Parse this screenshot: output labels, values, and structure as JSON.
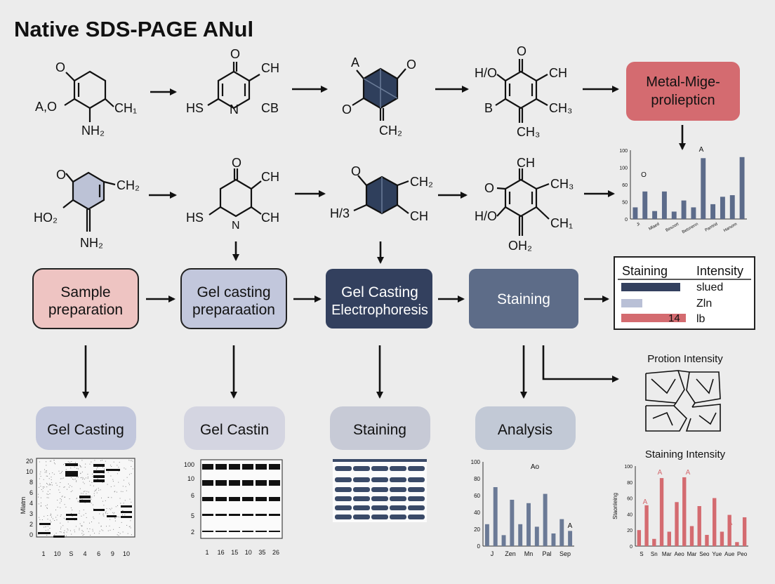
{
  "title": "Native SDS-PAGE ANul",
  "molecules_row1": [
    {
      "labels": [
        "O",
        "A,O",
        "NH₂",
        "CH₁"
      ]
    },
    {
      "labels": [
        "O",
        "CH",
        "HS",
        "N",
        "CB"
      ]
    },
    {
      "labels": [
        "A",
        "O",
        "O",
        "CH₂"
      ]
    },
    {
      "labels": [
        "O",
        "H/O",
        "CH",
        "B",
        "CH₃",
        "CH₃"
      ]
    }
  ],
  "molecules_row2": [
    {
      "labels": [
        "O",
        "CH₂",
        "HO₂",
        "NH₂"
      ]
    },
    {
      "labels": [
        "O",
        "CH",
        "HS",
        "N",
        "CH"
      ]
    },
    {
      "labels": [
        "O",
        "CH₂",
        "H/3",
        "CH"
      ]
    },
    {
      "labels": [
        "CH",
        "CH₃",
        "O",
        "H/O",
        "CH₁",
        "OH₂"
      ]
    }
  ],
  "metal_box": {
    "line1": "Metal-Mige-",
    "line2": "proliepticn",
    "color": "#d46b70"
  },
  "process_boxes": [
    {
      "line1": "Sample",
      "line2": "preparation",
      "color": "#eec4c2"
    },
    {
      "line1": "Gel casting",
      "line2": "preparaation",
      "color": "#c2c7dc"
    },
    {
      "line1": "Gel Casting",
      "line2": "Electrophoresis",
      "color": "#33405e"
    },
    {
      "line1": "Staining",
      "line2": "",
      "color": "#5d6c88"
    }
  ],
  "legend": {
    "col1": "Staining",
    "col2": "Intensity",
    "rows": [
      {
        "num": "",
        "label": "slued",
        "color": "#33405e"
      },
      {
        "num": "",
        "label": "Zln",
        "color": "#b9c0d6"
      },
      {
        "num": "14",
        "label": "lb",
        "color": "#d46b70"
      }
    ]
  },
  "lower_boxes": [
    {
      "label": "Gel Casting",
      "color": "#c2c7dc"
    },
    {
      "label": "Gel Castin",
      "color": "#d4d5e1"
    },
    {
      "label": "Staining",
      "color": "#c7cad6"
    },
    {
      "label": "Analysis",
      "color": "#c2c9d6"
    }
  ],
  "network_title": "Protion Intensity",
  "staining_intensity_title": "Staining Intensity",
  "gel1": {
    "y_ticks": [
      "20",
      "10",
      "8",
      "6",
      "4",
      "3",
      "2",
      "0"
    ],
    "x_ticks": [
      "1",
      "10",
      "S",
      "4",
      "6",
      "9",
      "10"
    ],
    "ylabel": "Mlatm"
  },
  "gel2": {
    "y_ticks": [
      "100",
      "10",
      "6",
      "5",
      "2"
    ],
    "x_ticks": [
      "1",
      "16",
      "15",
      "10",
      "35",
      "26"
    ]
  },
  "chart_data": [
    {
      "type": "bar",
      "y_ticks": [
        "100",
        "100",
        "60",
        "50",
        "0"
      ],
      "categories": [
        "Ji",
        "Mlaed",
        "Beszort",
        "Betsnenn",
        "Parrtrid",
        "Harsom"
      ],
      "annotations": [
        "O",
        "A"
      ],
      "values": [
        22,
        52,
        15,
        52,
        14,
        35,
        22,
        115,
        28,
        42,
        45,
        117
      ],
      "ylim": [
        0,
        130
      ]
    },
    {
      "type": "bar",
      "y_ticks": [
        "100",
        "80",
        "60",
        "40",
        "20",
        "0"
      ],
      "categories": [
        "J",
        "Zen",
        "Mn",
        "Pal",
        "Sep"
      ],
      "annotations": [
        "Ao",
        "A"
      ],
      "values": [
        26,
        70,
        13,
        55,
        26,
        51,
        23,
        62,
        15,
        32,
        18
      ],
      "ylim": [
        0,
        100
      ]
    },
    {
      "type": "bar",
      "y_ticks": [
        "100",
        "80",
        "60",
        "40",
        "20",
        "0"
      ],
      "categories": [
        "S",
        "Sn",
        "Mar",
        "Aeo",
        "Mar",
        "Seo",
        "Yue",
        "Aue",
        "Peo"
      ],
      "annotations": [
        "A",
        "A",
        "A",
        "A"
      ],
      "ylabel": "Staonleing",
      "values": [
        20,
        51,
        9,
        85,
        18,
        55,
        86,
        25,
        50,
        14,
        60,
        18,
        39,
        5,
        36
      ],
      "ylim": [
        0,
        100
      ]
    }
  ]
}
